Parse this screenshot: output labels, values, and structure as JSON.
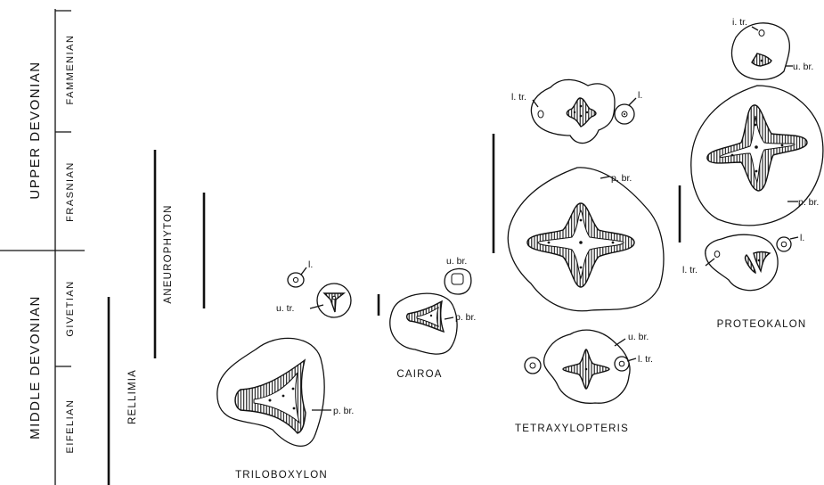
{
  "periods": {
    "upper": "UPPER DEVONIAN",
    "middle": "MIDDLE DEVONIAN"
  },
  "stages": {
    "famennian": "FAMMENIAN",
    "frasnian": "FRASNIAN",
    "givetian": "GIVETIAN",
    "eifelian": "EIFELIAN"
  },
  "taxa": {
    "rellimia": "RELLIMIA",
    "aneurophyton": "ANEUROPHYTON",
    "triloboxylon": "TRILOBOXYLON",
    "cairoa": "CAIROA",
    "tetraxylopteris": "TETRAXYLOPTERIS",
    "proteokalon": "PROTEOKALON"
  },
  "labels": {
    "l": "l.",
    "l_tr": "l. tr.",
    "i_tr": "i. tr.",
    "u_tr": "u. tr.",
    "u_br": "u. br.",
    "p_br": "p. br."
  }
}
